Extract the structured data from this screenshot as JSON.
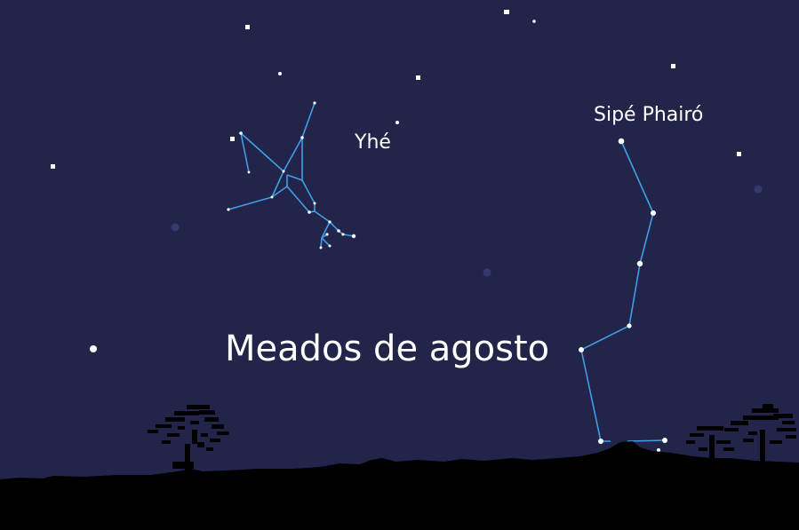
{
  "labels": {
    "constellation_1": "Yhé",
    "constellation_2": "Sipé Phairó",
    "date": "Meados de agosto"
  },
  "colors": {
    "sky": "#222449",
    "constellation_line": "#3f9fe6",
    "star": "#ffffff",
    "ground": "#000000",
    "faint_star": "#3a3c78"
  }
}
